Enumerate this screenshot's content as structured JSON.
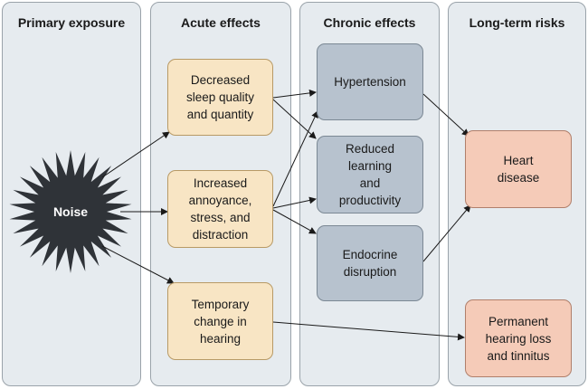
{
  "columns": {
    "primary": "Primary exposure",
    "acute": "Acute effects",
    "chronic": "Chronic effects",
    "longterm": "Long-term risks"
  },
  "noise": "Noise",
  "acute_effects": {
    "sleep": "Decreased\nsleep quality\nand quantity",
    "annoyance": "Increased\nannoyance,\nstress, and\ndistraction",
    "hearing": "Temporary\nchange in\nhearing"
  },
  "chronic_effects": {
    "hypertension": "Hypertension",
    "learning": "Reduced\nlearning\nand\nproductivity",
    "endocrine": "Endocrine\ndisruption"
  },
  "long_term_risks": {
    "heart": "Heart\ndisease",
    "hearing_loss": "Permanent\nhearing loss\nand tinnitus"
  },
  "colors": {
    "column_bg": "#e6ebef",
    "acute": "#f8e5c4",
    "chronic": "#b7c2ce",
    "risk": "#f5cbb8",
    "noise": "#2f3338",
    "arrow": "#1a1a1a"
  }
}
